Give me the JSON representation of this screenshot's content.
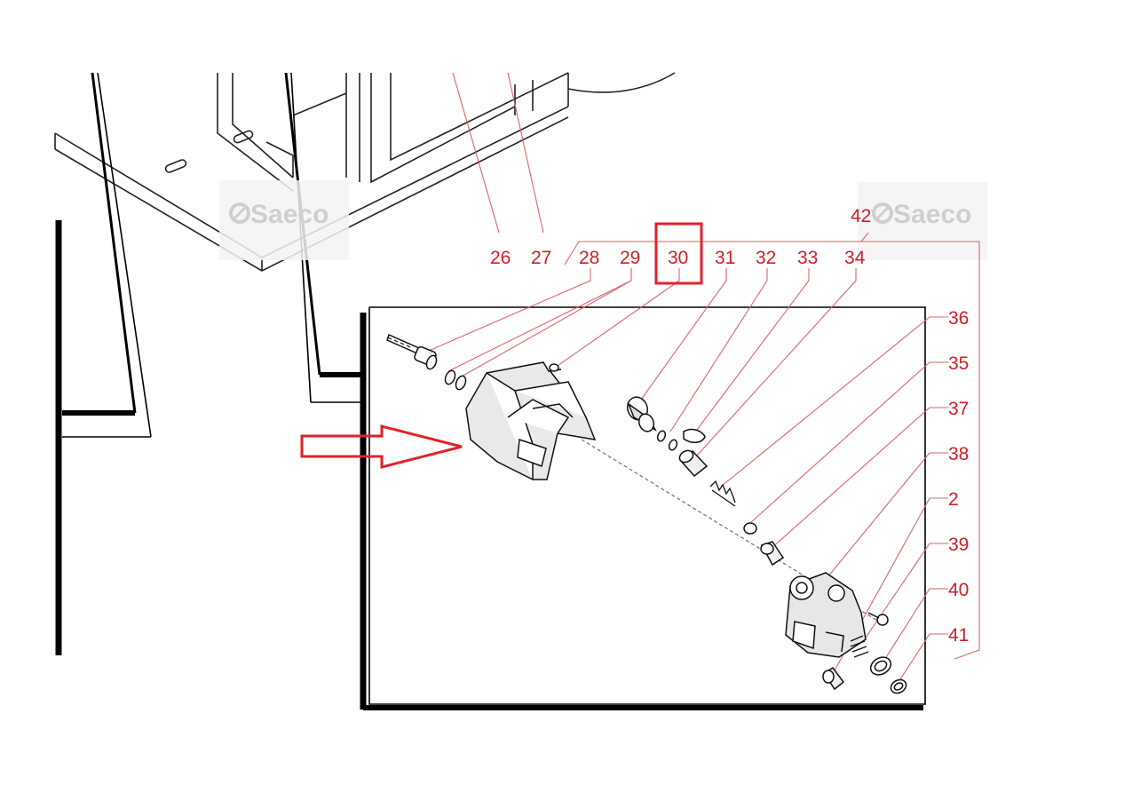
{
  "diagram": {
    "watermarks": [
      {
        "id": "left",
        "text": "Saeco"
      },
      {
        "id": "right",
        "text": "Saeco"
      }
    ],
    "callouts": [
      {
        "id": "26",
        "label": "26"
      },
      {
        "id": "27",
        "label": "27"
      },
      {
        "id": "28",
        "label": "28"
      },
      {
        "id": "29",
        "label": "29"
      },
      {
        "id": "30",
        "label": "30",
        "highlighted": true
      },
      {
        "id": "31",
        "label": "31"
      },
      {
        "id": "32",
        "label": "32"
      },
      {
        "id": "33",
        "label": "33"
      },
      {
        "id": "34",
        "label": "34"
      },
      {
        "id": "42",
        "label": "42"
      },
      {
        "id": "36",
        "label": "36"
      },
      {
        "id": "35",
        "label": "35"
      },
      {
        "id": "37",
        "label": "37"
      },
      {
        "id": "38",
        "label": "38"
      },
      {
        "id": "2",
        "label": "2"
      },
      {
        "id": "39",
        "label": "39"
      },
      {
        "id": "40",
        "label": "40"
      },
      {
        "id": "41",
        "label": "41"
      }
    ],
    "colors": {
      "callout": "#cc1f28",
      "leader": "#d9656b",
      "highlight": "#e2222a",
      "arrow": "#e2222a",
      "drawing": "#111111",
      "watermark": "#cfcfcf"
    },
    "annotations": {
      "highlight_box_on": "30",
      "arrow_points_to": "part 30"
    }
  }
}
